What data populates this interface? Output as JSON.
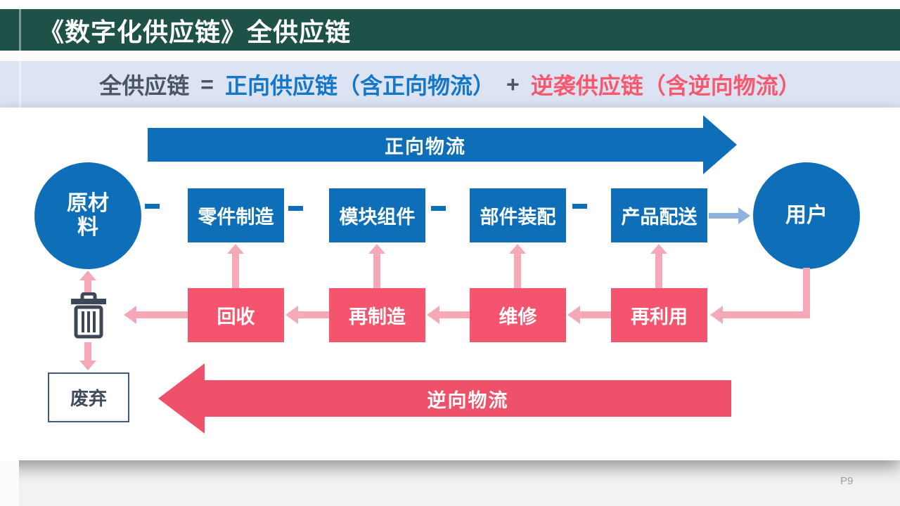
{
  "header": {
    "title": "《数字化供应链》全供应链"
  },
  "formula": {
    "lhs": "全供应链",
    "equals": "=",
    "forward_term": "正向供应链（含正向物流）",
    "plus": "+",
    "reverse_term": "逆袭供应链（含逆向物流）"
  },
  "diagram": {
    "forward_flow_label": "正向物流",
    "reverse_flow_label": "逆向物流",
    "raw_material": "原材料",
    "user": "用户",
    "forward_nodes": [
      "零件制造",
      "模块组件",
      "部件装配",
      "产品配送"
    ],
    "reverse_nodes": [
      "回收",
      "再制造",
      "维修",
      "再利用"
    ],
    "waste": "废弃",
    "icons": {
      "trash": "trash-icon"
    }
  },
  "footer": {
    "page_number": "P9"
  },
  "colors": {
    "header_bg": "#1e5148",
    "formula_bg": "#dce3f2",
    "formula_dark_text": "#4c5662",
    "forward_blue": "#0e6fb8",
    "forward_term_blue": "#1477c8",
    "reverse_pink": "#f4546d",
    "reverse_arrow_pink": "#f0516a",
    "connector_light_pink": "#f5a9b8",
    "delivery_steel_blue": "#8fb2dc",
    "trash_dark_slate": "#3d4856",
    "waste_border": "#3e5a7c",
    "page_bg": "#f2f2f2"
  }
}
